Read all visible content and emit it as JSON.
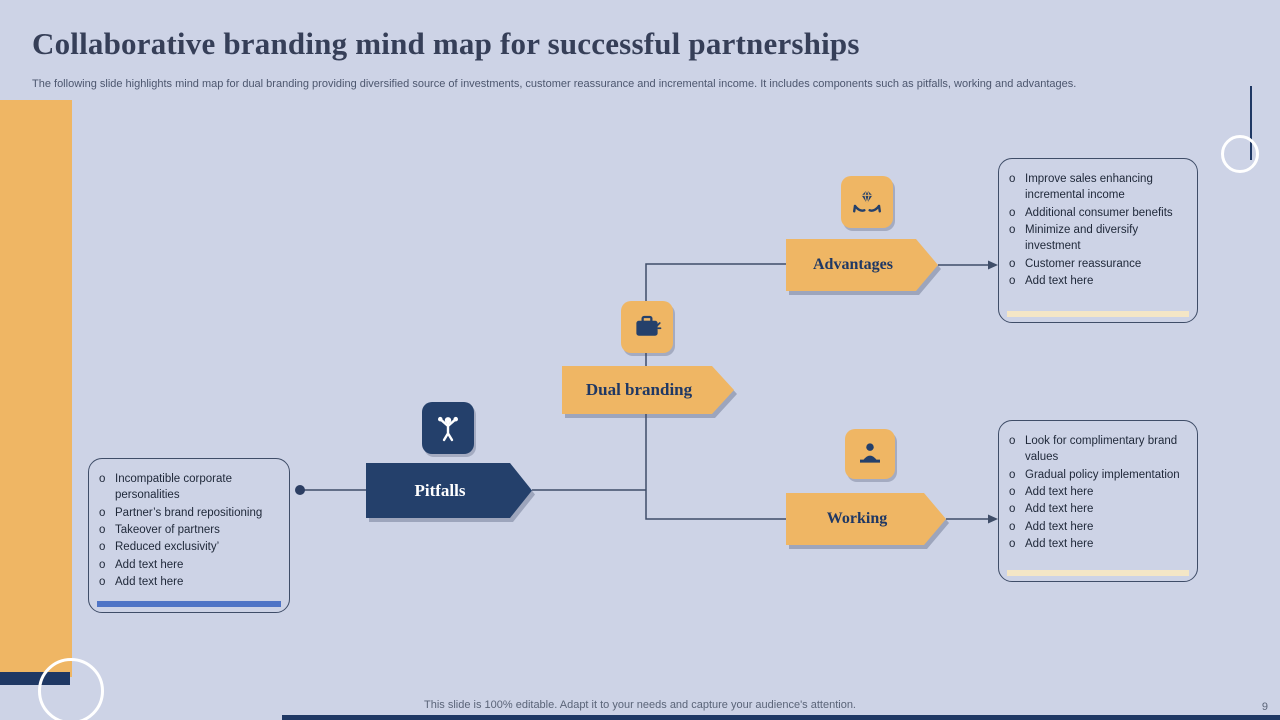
{
  "bullet_char": "o",
  "header": {
    "title": "Collaborative branding mind map for successful partnerships",
    "subtitle": "The following slide highlights mind map for dual branding providing diversified source of investments, customer reassurance and incremental income. It includes components such as pitfalls, working and advantages."
  },
  "nodes": {
    "center": {
      "label": "Dual branding",
      "icon": "briefcase-icon"
    },
    "advantages": {
      "label": "Advantages",
      "icon": "diamond-in-hands-icon"
    },
    "working": {
      "label": "Working",
      "icon": "person-at-desk-icon"
    },
    "pitfalls": {
      "label": "Pitfalls",
      "icon": "person-presenting-icon"
    }
  },
  "lists": {
    "pitfalls_items": [
      "Incompatible corporate personalities",
      "Partner’s brand repositioning",
      "Takeover of partners",
      "Reduced exclusivity’",
      "Add text here",
      "Add text here"
    ],
    "advantages_items": [
      "Improve sales enhancing incremental income",
      "Additional consumer benefits",
      "Minimize and diversify investment",
      "Customer reassurance",
      "Add text here"
    ],
    "working_items": [
      "Look for complimentary brand values",
      "Gradual policy implementation",
      "Add text here",
      "Add text here",
      "Add text here",
      "Add text here"
    ]
  },
  "footer": {
    "note": "This slide is 100% editable. Adapt it to your needs and capture your audience's attention.",
    "page_number": "9"
  },
  "colors": {
    "background": "#cdd3e6",
    "accent_yellow": "#efb664",
    "accent_navy": "#1f3864",
    "connector_line": "#3f4d68",
    "cream_accent_bar": "#f4e6c6",
    "blue_accent_bar": "#4f74c6",
    "title_text": "#363f58",
    "body_text": "#1e2738",
    "footer_text": "#5a6478"
  }
}
